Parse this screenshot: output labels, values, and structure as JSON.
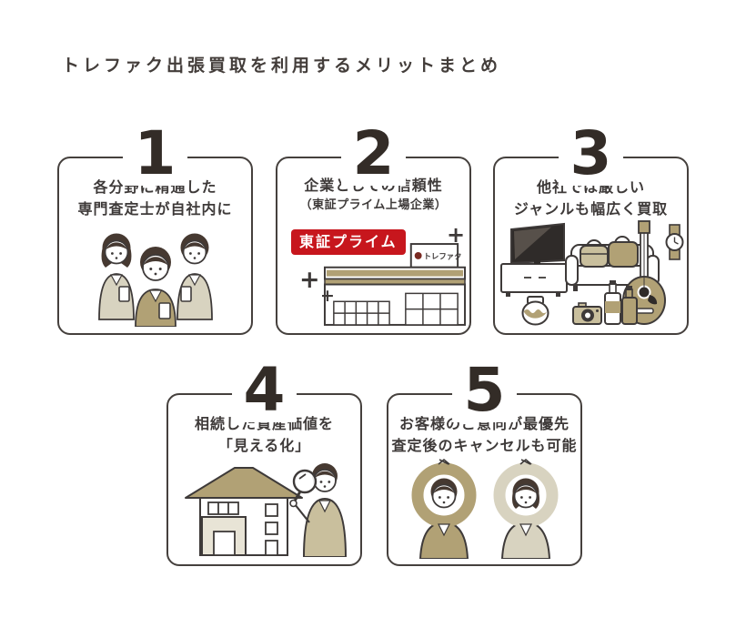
{
  "page": {
    "title": "トレファク出張買取を利用するメリットまとめ"
  },
  "colors": {
    "text_dark": "#3e3a39",
    "number_dark": "#332c27",
    "box_border": "#45403d",
    "badge_red": "#c7161d",
    "badge_text": "#ffffff",
    "tan_dark": "#b1a175",
    "tan_mid": "#c9bf9d",
    "tan_light": "#d8d3c0",
    "beige_pale": "#e8e4d6",
    "hair_dark": "#463931"
  },
  "decorations": {
    "plus": "+"
  },
  "merits": [
    {
      "number": "1",
      "lines": [
        "各分野に精通した",
        "専門査定士が自社内に"
      ],
      "illustration": "three-appraisers-illustration"
    },
    {
      "number": "2",
      "lines": [
        "企業としての信頼性",
        "（東証プライム上場企業）"
      ],
      "badge_label": "東証プライム",
      "store_sign": "トレファク",
      "illustration": "storefront-illustration"
    },
    {
      "number": "3",
      "lines": [
        "他社では厳しい",
        "ジャンルも幅広く買取"
      ],
      "illustration": "household-items-illustration"
    },
    {
      "number": "4",
      "lines": [
        "相続した資産価値を",
        "「見える化」"
      ],
      "illustration": "house-appraisal-illustration"
    },
    {
      "number": "5",
      "lines": [
        "お客様のご意向が最優先",
        "査定後のキャンセルも可能"
      ],
      "illustration": "customers-ok-pose-illustration"
    }
  ]
}
